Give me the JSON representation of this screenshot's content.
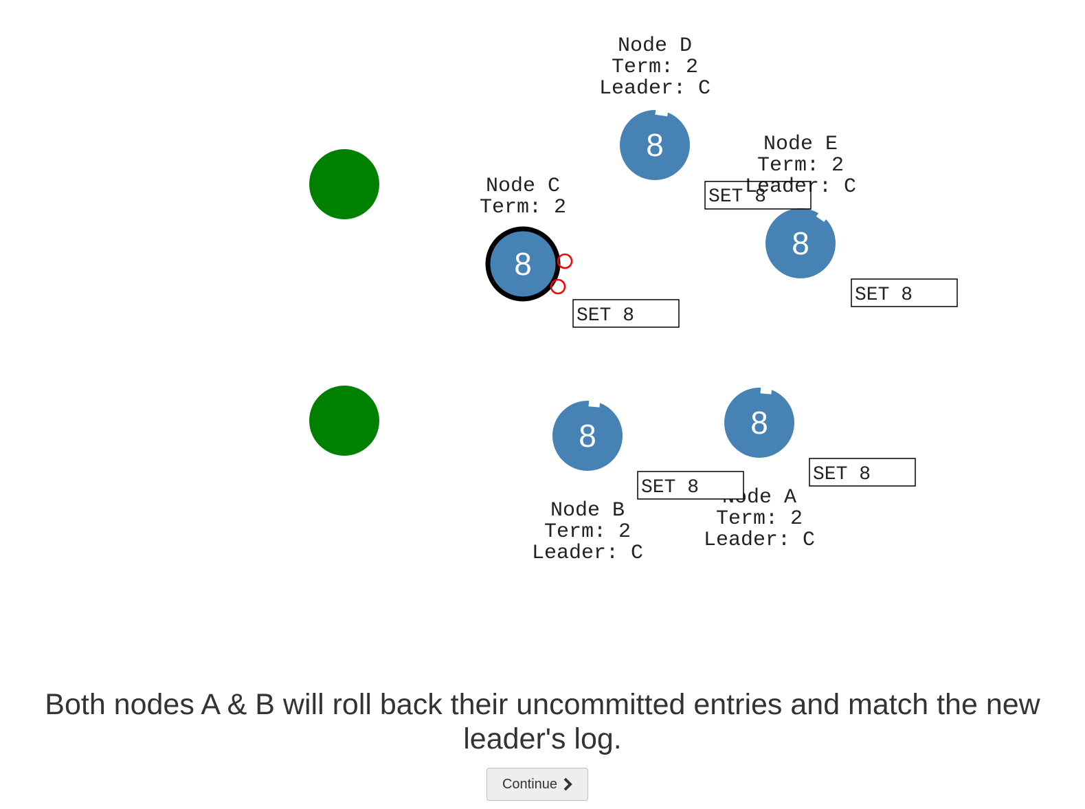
{
  "clients": [
    {
      "id": "client-1",
      "color": "#008000"
    },
    {
      "id": "client-2",
      "color": "#008000"
    }
  ],
  "nodes": [
    {
      "id": "D",
      "name": "Node D",
      "term": "Term: 2",
      "leader": "Leader: C",
      "value": "8",
      "is_leader": false
    },
    {
      "id": "E",
      "name": "Node E",
      "term": "Term: 2",
      "leader": "Leader: C",
      "value": "8",
      "is_leader": false
    },
    {
      "id": "C",
      "name": "Node C",
      "term": "Term: 2",
      "leader": "",
      "value": "8",
      "is_leader": true
    },
    {
      "id": "B",
      "name": "Node B",
      "term": "Term: 2",
      "leader": "Leader: C",
      "value": "8",
      "is_leader": false
    },
    {
      "id": "A",
      "name": "Node A",
      "term": "Term: 2",
      "leader": "Leader: C",
      "value": "8",
      "is_leader": false
    }
  ],
  "messages": [
    {
      "id": "msg-e",
      "text": "SET 8"
    },
    {
      "id": "msg-c",
      "text": "SET 8"
    },
    {
      "id": "msg-e2",
      "text": "SET 8"
    },
    {
      "id": "msg-b",
      "text": "SET 8"
    },
    {
      "id": "msg-a",
      "text": "SET 8"
    }
  ],
  "colors": {
    "node_fill": "#4682b4",
    "client_fill": "#008000",
    "leader_ring": "#000000",
    "vote_marker": "#ff0000"
  },
  "caption": "Both nodes A & B will roll back their uncommitted entries and match the new leader's log.",
  "continue_button": {
    "label": "Continue",
    "icon": "chevron-right-icon"
  }
}
